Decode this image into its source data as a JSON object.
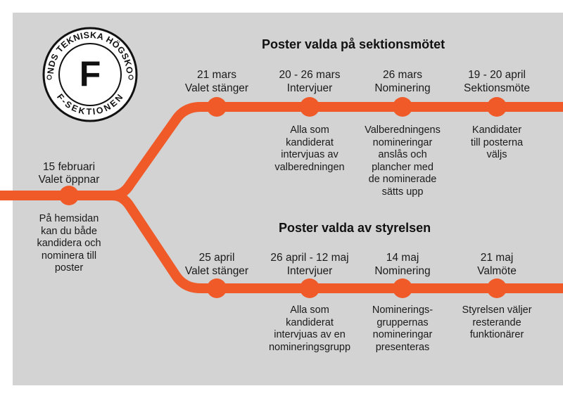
{
  "colors": {
    "background": "#d3d3d3",
    "line": "#f05a28",
    "text": "#1a1a1a"
  },
  "logo": {
    "ring_text_top": "LUNDS TEKNISKA HÖGSKOLA",
    "ring_text_bottom": "F-SEKTIONEN",
    "symbol": "F"
  },
  "start": {
    "date": "15 februari",
    "event": "Valet öppnar",
    "description": "På hemsidan\nkan du både\nkandidera och\nnominera till\nposter"
  },
  "tracks": [
    {
      "heading": "Poster valda på sektionsmötet",
      "stops": [
        {
          "date": "21 mars",
          "event": "Valet stänger",
          "description": ""
        },
        {
          "date": "20 - 26 mars",
          "event": "Intervjuer",
          "description": "Alla som\nkandiderat\nintervjuas av\nvalberedningen"
        },
        {
          "date": "26 mars",
          "event": "Nominering",
          "description": "Valberedningens\nnomineringar\nanslås och\nplancher med\nde nominerade\nsätts upp"
        },
        {
          "date": "19 - 20 april",
          "event": "Sektionsmöte",
          "description": "Kandidater\ntill posterna\nväljs"
        }
      ]
    },
    {
      "heading": "Poster valda av styrelsen",
      "stops": [
        {
          "date": "25 april",
          "event": "Valet stänger",
          "description": ""
        },
        {
          "date": "26 april - 12 maj",
          "event": "Intervjuer",
          "description": "Alla som\nkandiderat\nintervjuas av en\nnomineringsgrupp"
        },
        {
          "date": "14 maj",
          "event": "Nominering",
          "description": "Nominerings-\ngruppernas\nnomineringar\npresenteras"
        },
        {
          "date": "21 maj",
          "event": "Valmöte",
          "description": "Styrelsen väljer\nresterande\nfunktionärer"
        }
      ]
    }
  ]
}
